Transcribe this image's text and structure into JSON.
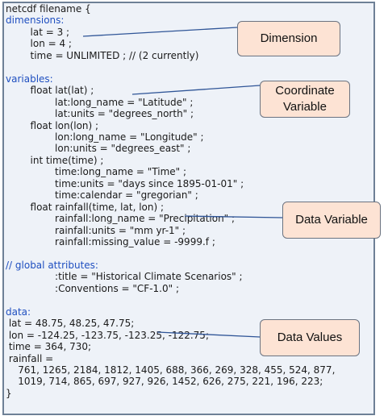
{
  "code_lines": [
    {
      "text": "netcdf filename {",
      "blue": false
    },
    {
      "text": "dimensions:",
      "blue": true
    },
    {
      "text": "        lat = 3 ;",
      "blue": false
    },
    {
      "text": "        lon = 4 ;",
      "blue": false
    },
    {
      "text": "        time = UNLIMITED ; // (2 currently)",
      "blue": false
    },
    {
      "text": "",
      "blue": false
    },
    {
      "text": "variables:",
      "blue": true
    },
    {
      "text": "        float lat(lat) ;",
      "blue": false
    },
    {
      "text": "                lat:long_name = \"Latitude\" ;",
      "blue": false
    },
    {
      "text": "                lat:units = \"degrees_north\" ;",
      "blue": false
    },
    {
      "text": "        float lon(lon) ;",
      "blue": false
    },
    {
      "text": "                lon:long_name = \"Longitude\" ;",
      "blue": false
    },
    {
      "text": "                lon:units = \"degrees_east\" ;",
      "blue": false
    },
    {
      "text": "        int time(time) ;",
      "blue": false
    },
    {
      "text": "                time:long_name = \"Time\" ;",
      "blue": false
    },
    {
      "text": "                time:units = \"days since 1895-01-01\" ;",
      "blue": false
    },
    {
      "text": "                time:calendar = \"gregorian\" ;",
      "blue": false
    },
    {
      "text": "        float rainfall(time, lat, lon) ;",
      "blue": false
    },
    {
      "text": "                rainfall:long_name = \"Precipitation\" ;",
      "blue": false
    },
    {
      "text": "                rainfall:units = \"mm yr-1\" ;",
      "blue": false
    },
    {
      "text": "                rainfall:missing_value = -9999.f ;",
      "blue": false
    },
    {
      "text": "",
      "blue": false
    },
    {
      "text": "// global attributes:",
      "blue": true
    },
    {
      "text": "                :title = \"Historical Climate Scenarios\" ;",
      "blue": false
    },
    {
      "text": "                :Conventions = \"CF-1.0\" ;",
      "blue": false
    },
    {
      "text": "",
      "blue": false
    },
    {
      "text": "data:",
      "blue": true
    },
    {
      "text": " lat = 48.75, 48.25, 47.75;",
      "blue": false
    },
    {
      "text": " lon = -124.25, -123.75, -123.25, -122.75;",
      "blue": false
    },
    {
      "text": " time = 364, 730;",
      "blue": false
    },
    {
      "text": " rainfall =",
      "blue": false
    },
    {
      "text": "    761, 1265, 2184, 1812, 1405, 688, 366, 269, 328, 455, 524, 877,",
      "blue": false
    },
    {
      "text": "    1019, 714, 865, 697, 927, 926, 1452, 626, 275, 221, 196, 223;",
      "blue": false
    },
    {
      "text": "}",
      "blue": false
    }
  ],
  "callouts": {
    "dimension": "Dimension",
    "coordinate_variable": "Coordinate Variable",
    "data_variable": "Data Variable",
    "data_values": "Data Values"
  },
  "colors": {
    "panel_background": "#eef2f8",
    "panel_border": "#6e8096",
    "section_blue": "#1f4fc0",
    "callout_fill": "#fde3d4",
    "leader_line": "#2f5597"
  }
}
